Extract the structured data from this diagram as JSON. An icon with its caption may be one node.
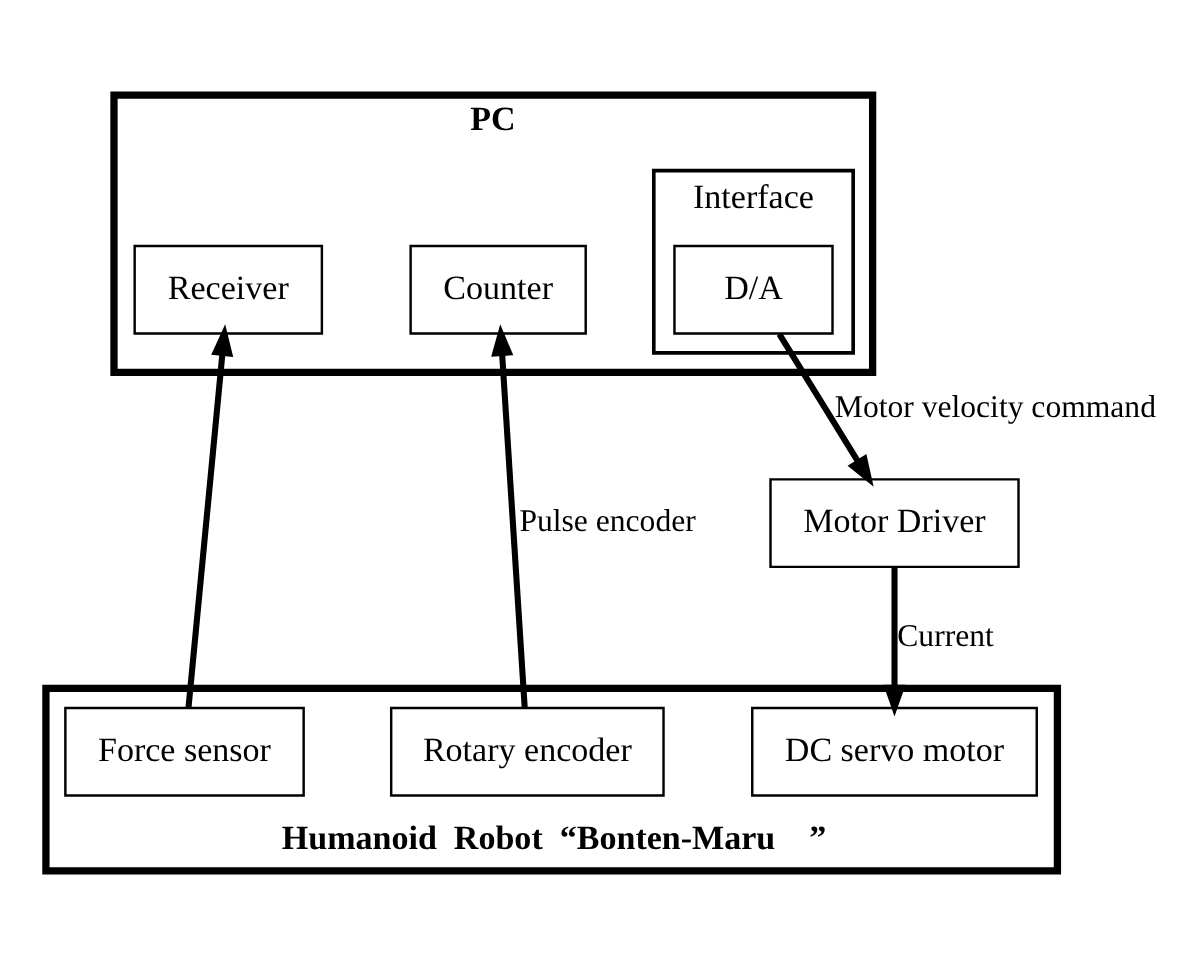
{
  "diagram": {
    "nodes": [
      {
        "text": [
          "PC"
        ]
      },
      {
        "text": [
          "Receiver"
        ],
        "in": 0
      },
      {
        "text": [
          "Counter"
        ],
        "in": 0
      },
      {
        "text": [
          "Interface"
        ],
        "in": 0
      },
      {
        "text": [
          "D/A"
        ],
        "in": 3
      },
      {
        "text": [
          "Motor Driver"
        ]
      },
      {
        "text": [
          "Humanoid  Robot  “Bonten-Maru    ”"
        ]
      },
      {
        "text": [
          "Force sensor"
        ],
        "in": 6
      },
      {
        "text": [
          "Rotary encoder"
        ],
        "in": 6
      },
      {
        "text": [
          "DC servo motor"
        ],
        "in": 6
      }
    ],
    "edges": [
      {
        "from": 7,
        "to": 1,
        "arrow": "to"
      },
      {
        "from": 8,
        "to": 2,
        "arrow": "to",
        "label": "Pulse encoder"
      },
      {
        "from": 4,
        "to": 5,
        "arrow": "to",
        "label": "Motor velocity command"
      },
      {
        "from": 5,
        "to": 9,
        "arrow": "to",
        "label": "Current"
      }
    ]
  }
}
